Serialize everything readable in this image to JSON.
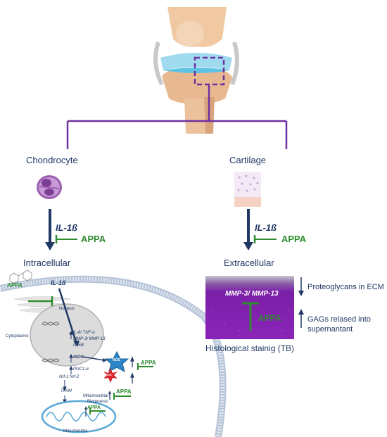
{
  "left": {
    "title": "Chondrocyte",
    "inhibitor_signal": "IL-1ß",
    "treatment": "APPA",
    "compartment": "Intracellular"
  },
  "right": {
    "title": "Cartilage",
    "inhibitor_signal": "IL-1ß",
    "treatment": "APPA",
    "compartment": "Extracellular",
    "histology_label": "MMP-3/ MMP-13",
    "histology_treatment": "APPA",
    "histology_caption": "Histological stainig (TB)",
    "down_effect": "Proteoglycans in ECM",
    "up_effect_line1": "GAGs relased into",
    "up_effect_line2": "supernantant"
  },
  "cell": {
    "appa_label": "APPA",
    "il_label": "IL-1ß",
    "nucleus": "Nucleus",
    "cytoplasmic": "Cytoplasmic",
    "markers": "IL-8/ TNF-α",
    "mmp": "MMP-3/ MMP-13",
    "nfkb": "NFκB",
    "inos": "iNOS",
    "pgc": "PGC1-α",
    "nrf": "Nrf-1 Nrf-2",
    "tfam": "TFAM",
    "no_label": "NOS",
    "ros1": "ROS",
    "ros2": "ROS",
    "appa_no": "APPA",
    "appa_mito": "APPA",
    "appa_inner": "APPA",
    "mito_biogenesis_1": "Mitochondrial",
    "mito_biogenesis_2": "Biogenesis",
    "mitochondria": "Mitochondria"
  },
  "colors": {
    "purple": "#7030a0",
    "navy": "#1f3864",
    "green": "#2e8b2e"
  }
}
